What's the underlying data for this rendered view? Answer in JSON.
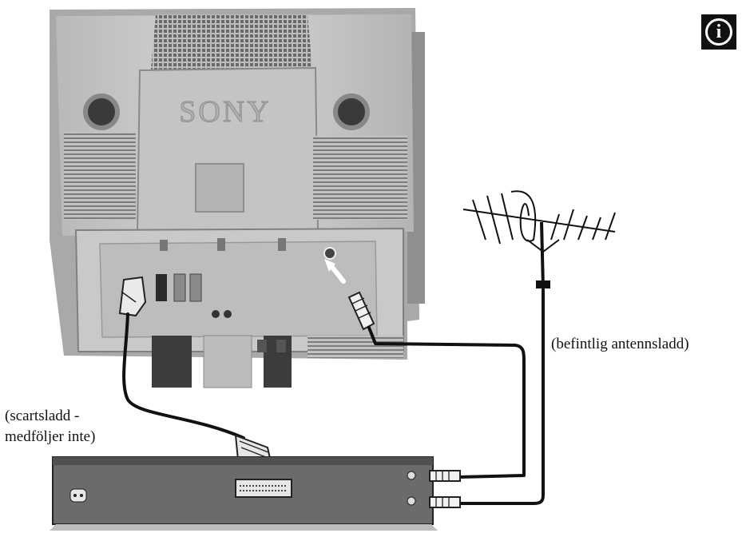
{
  "labels": {
    "antenna_cable": "(befintlig antennsladd)",
    "scart_cable_line1": "(scartsladd -",
    "scart_cable_line2": "medföljer inte)"
  },
  "tv": {
    "brand": "SONY"
  },
  "icons": {
    "info": "info-icon",
    "info_glyph": "i",
    "antenna": "antenna-icon",
    "power": "power-socket-icon"
  },
  "colors": {
    "tv_body": "#cfcfcf",
    "tv_shadow": "#9e9e9e",
    "cable": "#111111",
    "device_body": "#6f6f6f",
    "background": "#ffffff"
  }
}
